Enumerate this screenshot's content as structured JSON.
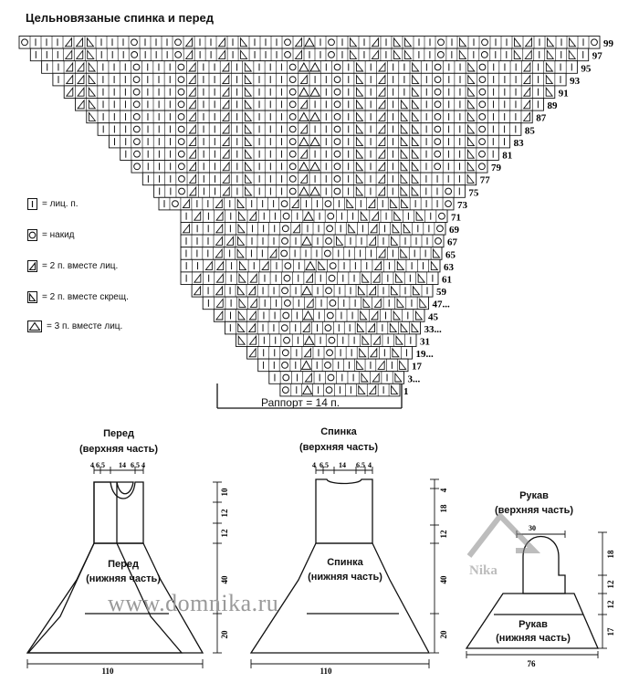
{
  "title": "Цельновязаные спинка и перед",
  "legend": [
    {
      "symbol": "knit-stitch",
      "text": "= лиц. п."
    },
    {
      "symbol": "yarn-over",
      "text": "= накид"
    },
    {
      "symbol": "k2tog",
      "text": "= 2 п. вместе лиц."
    },
    {
      "symbol": "ssk",
      "text": "= 2 п. вместе скрещ."
    },
    {
      "symbol": "k3tog",
      "text": "= 3 п. вместе лиц."
    }
  ],
  "chart": {
    "row_numbers": [
      "99",
      "97",
      "95",
      "93",
      "91",
      "89",
      "87",
      "85",
      "83",
      "81",
      "79",
      "77",
      "75",
      "73",
      "71",
      "69",
      "67",
      "65",
      "63",
      "61",
      "59",
      "47...",
      "45",
      "33...",
      "31",
      "19...",
      "17",
      "3...",
      "1"
    ],
    "rapport": "Раппорт = 14 п."
  },
  "schematics": {
    "front": {
      "top_label": [
        "Перед",
        "(верхняя часть)"
      ],
      "bottom_label": [
        "Перед",
        "(нижняя часть)"
      ],
      "top_dims": [
        "4",
        "6.5",
        "14",
        "6.5",
        "4"
      ],
      "side_dims": [
        "10",
        "12",
        "12",
        "40",
        "20"
      ],
      "bottom_dim": "110"
    },
    "back": {
      "top_label": [
        "Спинка",
        "(верхняя часть)"
      ],
      "bottom_label": [
        "Спинка",
        "(нижняя часть)"
      ],
      "top_dims": [
        "4",
        "6.5",
        "14",
        "6.5",
        "4"
      ],
      "side_dims": [
        "4",
        "18",
        "12",
        "40",
        "20"
      ],
      "bottom_dim": "110"
    },
    "sleeve": {
      "top_label": [
        "Рукав",
        "(верхняя часть)"
      ],
      "bottom_label": [
        "Рукав",
        "(нижняя часть)"
      ],
      "top_dim": "30",
      "side_dims": [
        "18",
        "12",
        "12",
        "17"
      ],
      "bottom_dim": "76"
    }
  },
  "logo_text": "Nika",
  "watermark": "www.domnika.ru"
}
